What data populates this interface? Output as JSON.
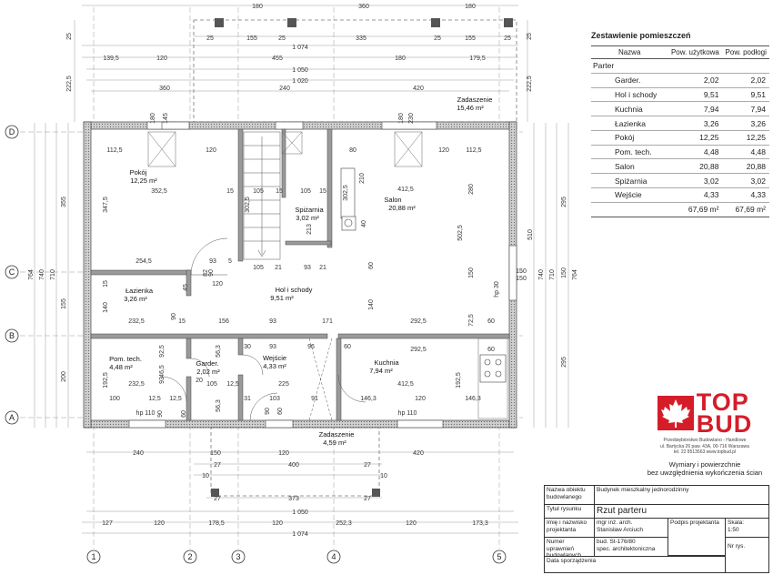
{
  "drawing": {
    "top_dims": {
      "row1": [
        "180",
        "360",
        "180"
      ],
      "row2": [
        "25",
        "155",
        "25",
        "335",
        "25",
        "155",
        "25"
      ],
      "row3": [
        "1 074"
      ],
      "row4": [
        "139,5",
        "120",
        "455",
        "180",
        "179,5"
      ],
      "row5": [
        "1 050"
      ],
      "row6": [
        "1 020"
      ],
      "row7": [
        "360",
        "240",
        "420"
      ],
      "left_top": [
        "25",
        "222,5"
      ],
      "right_top": [
        "25",
        "222,5"
      ]
    },
    "left_dims": {
      "outer": "764",
      "mid": "740",
      "inner": "710",
      "segments": [
        "355",
        "155",
        "200"
      ]
    },
    "right_dims": {
      "outer": "764",
      "mid": "740",
      "inner": "710",
      "r510": "510",
      "segments": [
        "295",
        "150",
        "295"
      ]
    },
    "bottom_dims": {
      "row1": [
        "240",
        "150",
        "120",
        "420"
      ],
      "row2": [
        "27",
        "400",
        "27"
      ],
      "row2b": [
        "10",
        "10"
      ],
      "row3": [
        "27",
        "373",
        "27"
      ],
      "row4": [
        "1 050"
      ],
      "row5": [
        "127",
        "120",
        "178,5",
        "120",
        "252,3",
        "120",
        "173,3"
      ],
      "row6": [
        "1 074"
      ]
    },
    "axes_h": [
      "D",
      "C",
      "B",
      "A"
    ],
    "axes_v": [
      "1",
      "2",
      "3",
      "4",
      "5"
    ],
    "rooms": [
      {
        "name": "Pokój",
        "area": "12,25 m²"
      },
      {
        "name": "Spiżarnia",
        "area": "3,02 m²"
      },
      {
        "name": "Salon",
        "area": "20,88 m²"
      },
      {
        "name": "Łazienka",
        "area": "3,26 m²"
      },
      {
        "name": "Hol i schody",
        "area": "9,51 m²"
      },
      {
        "name": "Pom. tech.",
        "area": "4,48 m²"
      },
      {
        "name": "Garder.",
        "area": "2,02 m²"
      },
      {
        "name": "Wejście",
        "area": "4,33 m²"
      },
      {
        "name": "Kuchnia",
        "area": "7,94 m²"
      }
    ],
    "canopy_top": {
      "name": "Zadaszenie",
      "area": "15,46 m²"
    },
    "canopy_bottom": {
      "name": "Zadaszenie",
      "area": "4,59 m²"
    },
    "windows": [
      "180",
      "145",
      "180",
      "230",
      "hp 110",
      "hp 110",
      "hp 30",
      "150",
      "150"
    ],
    "interior_dims": [
      "112,5",
      "120",
      "80",
      "120",
      "112,5",
      "352,5",
      "347,5",
      "15",
      "105",
      "15",
      "105",
      "15",
      "412,5",
      "280",
      "302,5",
      "210",
      "302,5",
      "40",
      "254,5",
      "93",
      "5",
      "105",
      "21",
      "93",
      "21",
      "120",
      "60",
      "140",
      "150",
      "502,5",
      "15",
      "140",
      "232,5",
      "156",
      "93",
      "171",
      "292,5",
      "60",
      "92,5",
      "46,5",
      "56,3",
      "30",
      "93",
      "96",
      "60",
      "292,5",
      "192,5",
      "93",
      "225",
      "412,5",
      "100",
      "232,5",
      "12,5",
      "105",
      "12,5",
      "103",
      "91",
      "146,3",
      "120",
      "146,3",
      "192,5",
      "60",
      "15",
      "72,5",
      "12,5",
      "90",
      "45",
      "20",
      "56,3",
      "31",
      "90",
      "60",
      "90",
      "60",
      "90",
      "82",
      "213"
    ]
  },
  "rooms_table": {
    "title": "Zestawienie pomieszczeń",
    "headers": [
      "Nazwa",
      "Pow. użytkowa",
      "Pow. podłogi"
    ],
    "section": "Parter",
    "rows": [
      {
        "name": "Garder.",
        "usable": "2,02",
        "floor": "2,02"
      },
      {
        "name": "Hol i schody",
        "usable": "9,51",
        "floor": "9,51"
      },
      {
        "name": "Kuchnia",
        "usable": "7,94",
        "floor": "7,94"
      },
      {
        "name": "Łazienka",
        "usable": "3,26",
        "floor": "3,26"
      },
      {
        "name": "Pokój",
        "usable": "12,25",
        "floor": "12,25"
      },
      {
        "name": "Pom. tech.",
        "usable": "4,48",
        "floor": "4,48"
      },
      {
        "name": "Salon",
        "usable": "20,88",
        "floor": "20,88"
      },
      {
        "name": "Spiżarnia",
        "usable": "3,02",
        "floor": "3,02"
      },
      {
        "name": "Wejście",
        "usable": "4,33",
        "floor": "4,33"
      }
    ],
    "total_usable": "67,69 m²",
    "total_floor": "67,69 m²"
  },
  "logo": {
    "brand_top": "TOP",
    "brand_bottom": "BUD",
    "company": "Przedsiębiorstwo Budowlano - Handlowe",
    "address": "ul. Bartycka 26 paw. 43A, 00-716 Warszawa",
    "contact": "tel. 22 8513563 www.topbud.pl",
    "note1": "Wymiary i powierzchnie",
    "note2": "bez uwzględnienia wykończenia ścian",
    "colors": {
      "brand": "#d51d2a"
    }
  },
  "title_block": {
    "object_label": "Nazwa obiektu budowlanego",
    "object_value": "Budynek mieszkalny jednorodzinny",
    "title_label": "Tytuł rysunku",
    "title_value": "Rzut parteru",
    "designer_label": "Imię i nazwisko projektanta",
    "designer_value1": "mgr inż. arch.",
    "designer_value2": "Stanisław Arciuch",
    "signature_label": "Podpis projektanta",
    "scale_label": "Skala:",
    "scale_value": "1:50",
    "license_label": "Numer uprawnień budowlanych",
    "license_value1": "bud. St-176/80",
    "license_value2": "spec. architektoniczna",
    "sheet_label": "Nr rys.",
    "date_label": "Data sporządzenia"
  }
}
